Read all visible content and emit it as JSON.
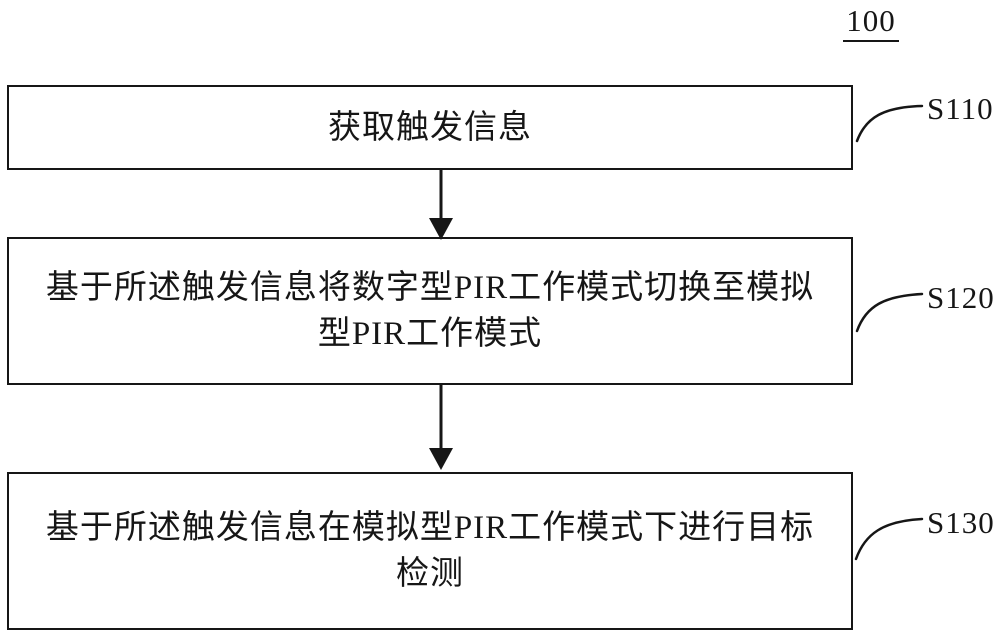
{
  "figure": {
    "number": "100",
    "diagram_type": "flowchart",
    "steps": [
      {
        "id": "S110",
        "label": "S110",
        "text": "获取触发信息",
        "lines": [
          "获取触发信息"
        ]
      },
      {
        "id": "S120",
        "label": "S120",
        "text": "基于所述触发信息将数字型PIR工作模式切换至模拟型PIR工作模式",
        "lines": [
          "基于所述触发信息将数字型PIR工作模式切换至模拟",
          "型PIR工作模式"
        ]
      },
      {
        "id": "S130",
        "label": "S130",
        "text": "基于所述触发信息在模拟型PIR工作模式下进行目标检测",
        "lines": [
          "基于所述触发信息在模拟型PIR工作模式下进行目标",
          "检测"
        ]
      }
    ],
    "colors": {
      "line": "#161616",
      "background": "#ffffff",
      "text": "#161616"
    }
  }
}
